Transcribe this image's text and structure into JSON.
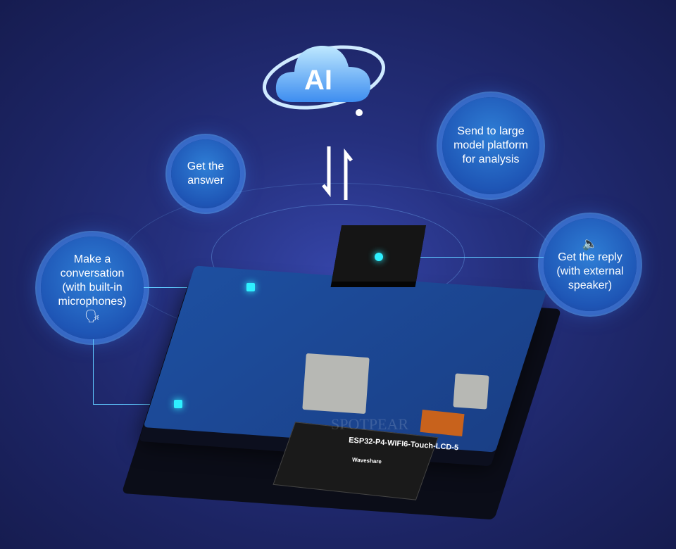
{
  "ai_logo": {
    "text": "AI"
  },
  "bubbles": {
    "get_answer": [
      "Get the",
      "answer"
    ],
    "send_to_model": [
      "Send to large",
      "model platform",
      "for analysis"
    ],
    "get_reply": [
      "Get the reply",
      "(with external",
      "speaker)"
    ],
    "conversation": [
      "Make a",
      "conversation",
      "(with built-in",
      "microphones)"
    ]
  },
  "board": {
    "brand": "Waveshare",
    "model": "ESP32-P4-WIFI6-Touch-LCD-5",
    "watermark": "SPOTPEAR"
  },
  "colors": {
    "accent": "#2ef0ff",
    "background": "#1c2463"
  }
}
